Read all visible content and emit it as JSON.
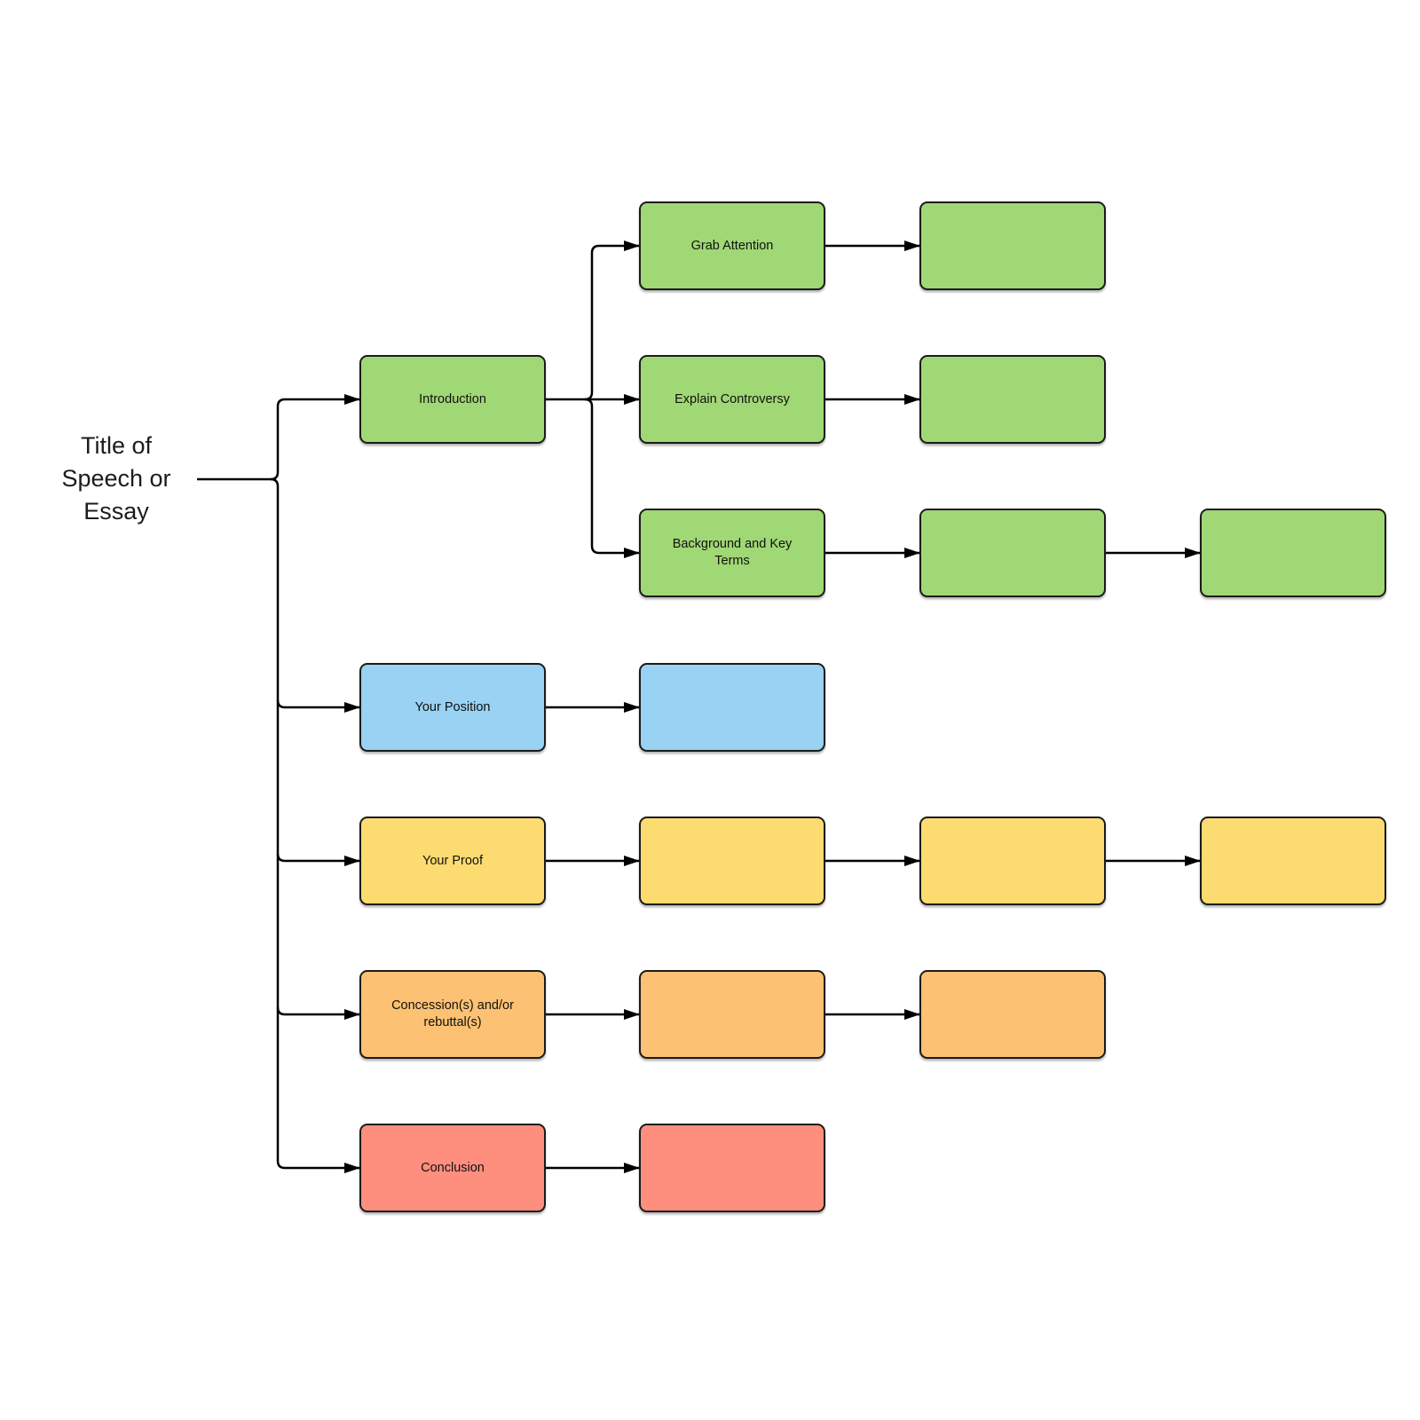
{
  "title": {
    "text": "Title of Speech or Essay"
  },
  "colors": {
    "green": "#A0D875",
    "blue": "#99D2F2",
    "yellow": "#FCDC70",
    "orange": "#FCC172",
    "red": "#FE8E7E",
    "line": "#000000",
    "border": "#1b1b1b",
    "background": "#ffffff"
  },
  "diagram": {
    "nodes": [
      {
        "id": "introduction",
        "label": "Introduction",
        "color": "green"
      },
      {
        "id": "grab-attention",
        "label": "Grab Attention",
        "color": "green"
      },
      {
        "id": "grab-attention-detail",
        "label": "",
        "color": "green"
      },
      {
        "id": "explain-controversy",
        "label": "Explain Controversy",
        "color": "green"
      },
      {
        "id": "explain-controversy-detail",
        "label": "",
        "color": "green"
      },
      {
        "id": "background-key-terms",
        "label": "Background and Key Terms",
        "color": "green"
      },
      {
        "id": "background-detail-1",
        "label": "",
        "color": "green"
      },
      {
        "id": "background-detail-2",
        "label": "",
        "color": "green"
      },
      {
        "id": "your-position",
        "label": "Your Position",
        "color": "blue"
      },
      {
        "id": "your-position-detail",
        "label": "",
        "color": "blue"
      },
      {
        "id": "your-proof",
        "label": "Your Proof",
        "color": "yellow"
      },
      {
        "id": "your-proof-detail-1",
        "label": "",
        "color": "yellow"
      },
      {
        "id": "your-proof-detail-2",
        "label": "",
        "color": "yellow"
      },
      {
        "id": "your-proof-detail-3",
        "label": "",
        "color": "yellow"
      },
      {
        "id": "concession-rebuttal",
        "label": "Concession(s) and/or rebuttal(s)",
        "color": "orange"
      },
      {
        "id": "concession-detail-1",
        "label": "",
        "color": "orange"
      },
      {
        "id": "concession-detail-2",
        "label": "",
        "color": "orange"
      },
      {
        "id": "conclusion",
        "label": "Conclusion",
        "color": "red"
      },
      {
        "id": "conclusion-detail",
        "label": "",
        "color": "red"
      }
    ],
    "connections": [
      {
        "from": "title",
        "to": "introduction"
      },
      {
        "from": "title",
        "to": "your-position"
      },
      {
        "from": "title",
        "to": "your-proof"
      },
      {
        "from": "title",
        "to": "concession-rebuttal"
      },
      {
        "from": "title",
        "to": "conclusion"
      },
      {
        "from": "introduction",
        "to": "grab-attention"
      },
      {
        "from": "introduction",
        "to": "explain-controversy"
      },
      {
        "from": "introduction",
        "to": "background-key-terms"
      },
      {
        "from": "grab-attention",
        "to": "grab-attention-detail"
      },
      {
        "from": "explain-controversy",
        "to": "explain-controversy-detail"
      },
      {
        "from": "background-key-terms",
        "to": "background-detail-1"
      },
      {
        "from": "background-detail-1",
        "to": "background-detail-2"
      },
      {
        "from": "your-position",
        "to": "your-position-detail"
      },
      {
        "from": "your-proof",
        "to": "your-proof-detail-1"
      },
      {
        "from": "your-proof-detail-1",
        "to": "your-proof-detail-2"
      },
      {
        "from": "your-proof-detail-2",
        "to": "your-proof-detail-3"
      },
      {
        "from": "concession-rebuttal",
        "to": "concession-detail-1"
      },
      {
        "from": "concession-detail-1",
        "to": "concession-detail-2"
      },
      {
        "from": "conclusion",
        "to": "conclusion-detail"
      }
    ]
  }
}
